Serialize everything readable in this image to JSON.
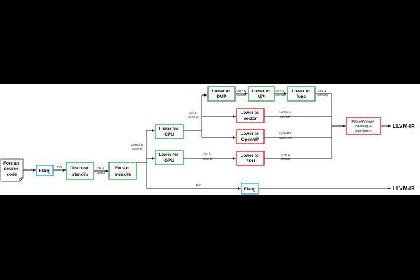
{
  "nodes": {
    "source": {
      "lines": [
        "Fortran",
        "source",
        "code"
      ]
    },
    "flang1": {
      "lines": [
        "Flang"
      ],
      "color": "#29a7df"
    },
    "discover": {
      "lines": [
        "Discover",
        "stencils"
      ],
      "color": "#2aa745"
    },
    "extract": {
      "lines": [
        "Extract",
        "stencils"
      ],
      "color": "#2aa745"
    },
    "lower_cpu": {
      "lines": [
        "Lower for",
        "CPU"
      ],
      "color": "#2aa745"
    },
    "lower_gpu": {
      "lines": [
        "Lower for",
        "GPU"
      ],
      "color": "#2aa745"
    },
    "lower_dmp": {
      "lines": [
        "Lower to",
        "DMP"
      ],
      "color": "#2aa745"
    },
    "lower_mpi": {
      "lines": [
        "Lower to",
        "MPI"
      ],
      "color": "#2aa745"
    },
    "lower_func": {
      "lines": [
        "Lower to",
        "func"
      ],
      "color": "#2aa745"
    },
    "lower_vector": {
      "lines": [
        "Lower to",
        "Vector"
      ],
      "color": "#e31e25"
    },
    "lower_openmp": {
      "lines": [
        "Lower to",
        "OpenMP"
      ],
      "color": "#e31e25"
    },
    "lower_togpu": {
      "lines": [
        "Lower to",
        "GPU"
      ],
      "color": "#e31e25"
    },
    "misc": {
      "lines": [
        "Miscellaneous",
        "lowering &",
        "transforms"
      ],
      "color": "#e31e25"
    },
    "flang2": {
      "lines": [
        "Flang"
      ],
      "color": "#29a7df"
    }
  },
  "edges": {
    "fir1": [
      "FIR"
    ],
    "fir_stencil": [
      "FIR &",
      "stencil"
    ],
    "stencil_memref": [
      "Stencil &",
      "memref"
    ],
    "scf_memref_cpu": [
      "Scf &",
      "memref"
    ],
    "scf_memref_gpu": [
      "Scf &",
      "memref"
    ],
    "dmp_memref": [
      "DMP &",
      "memref"
    ],
    "mpi_memref": [
      "MPI &",
      "memref"
    ],
    "func_memref": [
      "func &",
      "memref"
    ],
    "vector_memref": [
      "Vector &",
      "memref"
    ],
    "openmp_memref": [
      "OpenMP",
      "&memref"
    ],
    "gpu_memref": [
      "GPU &",
      "memref"
    ],
    "fir2": [
      "FIR"
    ]
  },
  "outputs": {
    "llvm1": "LLVM-IR",
    "llvm2": "LLVM-IR"
  }
}
